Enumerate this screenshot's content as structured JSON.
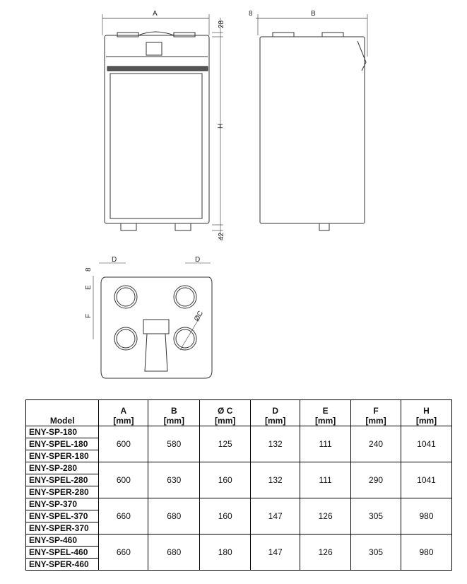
{
  "drawing_labels": {
    "front_A": "A",
    "front_top": "28",
    "front_H": "H",
    "front_bottom": "42",
    "side_offset": "8",
    "side_B": "B",
    "bottom_D_left": "D",
    "bottom_D_right": "D",
    "bottom_8": "8",
    "bottom_E": "E",
    "bottom_F": "F",
    "bottom_C": "ØC"
  },
  "table": {
    "headers": [
      {
        "name": "Model",
        "unit": ""
      },
      {
        "name": "A",
        "unit": "[mm]"
      },
      {
        "name": "B",
        "unit": "[mm]"
      },
      {
        "name": "Ø C",
        "unit": "[mm]"
      },
      {
        "name": "D",
        "unit": "[mm]"
      },
      {
        "name": "E",
        "unit": "[mm]"
      },
      {
        "name": "F",
        "unit": "[mm]"
      },
      {
        "name": "H",
        "unit": "[mm]"
      }
    ],
    "groups": [
      {
        "models": [
          "ENY-SP-180",
          "ENY-SPEL-180",
          "ENY-SPER-180"
        ],
        "values": [
          "600",
          "580",
          "125",
          "132",
          "111",
          "240",
          "1041"
        ]
      },
      {
        "models": [
          "ENY-SP-280",
          "ENY-SPEL-280",
          "ENY-SPER-280"
        ],
        "values": [
          "600",
          "630",
          "160",
          "132",
          "111",
          "290",
          "1041"
        ]
      },
      {
        "models": [
          "ENY-SP-370",
          "ENY-SPEL-370",
          "ENY-SPER-370"
        ],
        "values": [
          "660",
          "680",
          "160",
          "147",
          "126",
          "305",
          "980"
        ]
      },
      {
        "models": [
          "ENY-SP-460",
          "ENY-SPEL-460",
          "ENY-SPER-460"
        ],
        "values": [
          "660",
          "680",
          "180",
          "147",
          "126",
          "305",
          "980"
        ]
      }
    ]
  }
}
